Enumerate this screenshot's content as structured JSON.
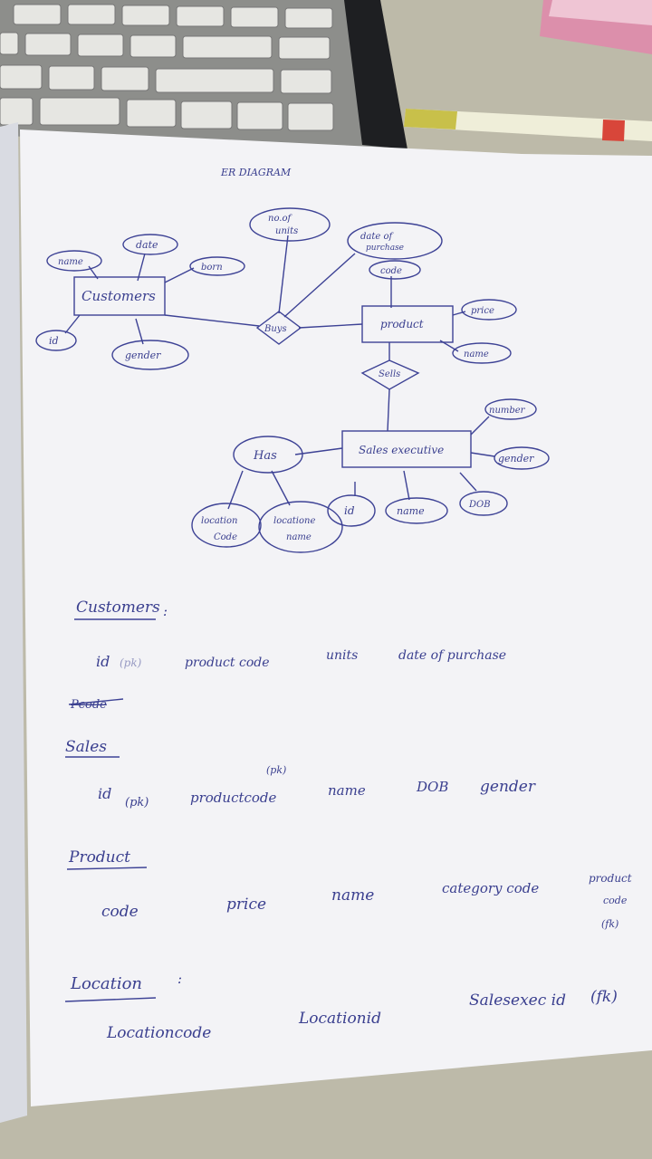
{
  "title": "ER DIAGRAM",
  "entities": {
    "customers": "Customers",
    "product": "product",
    "sales_executive": "Sales executive"
  },
  "relationships": {
    "buys": "Buys",
    "sells": "Sells",
    "has": "Has"
  },
  "attributes": {
    "name": "name",
    "date": "date",
    "born": "born",
    "id": "id",
    "gender": "gender",
    "no_of_units_1": "no.of",
    "no_of_units_2": "units",
    "date_of_purchase_1": "date of",
    "date_of_purchase_2": "purchase",
    "code": "code",
    "price": "price",
    "product_name": "name",
    "number": "number",
    "sales_gender": "gender",
    "sales_id": "id",
    "sales_name": "name",
    "dob": "DOB",
    "location_code_1": "location",
    "location_code_2": "Code",
    "location_name_1": "locatione",
    "location_name_2": "name"
  },
  "tables": {
    "customers": {
      "heading": "Customers",
      "fields": [
        "id",
        "(pk)",
        "product code",
        "units",
        "date of purchase"
      ],
      "struck": "Pcode"
    },
    "sales": {
      "heading": "Sales",
      "pk_note": "(pk)",
      "fields": [
        "id",
        "(pk)",
        "productcode",
        "name",
        "DOB",
        "gender"
      ]
    },
    "product": {
      "heading": "Product",
      "fields": [
        "code",
        "price",
        "name",
        "category code",
        "product",
        "code",
        "(fk)"
      ]
    },
    "location": {
      "heading": "Location",
      "fields": [
        "Locationcode",
        "Locationid",
        "Salesexec id",
        "(fk)"
      ]
    }
  },
  "colors": {
    "ink": "#3d4295",
    "paper": "#f3f3f6",
    "desk": "#bcb9a9"
  }
}
